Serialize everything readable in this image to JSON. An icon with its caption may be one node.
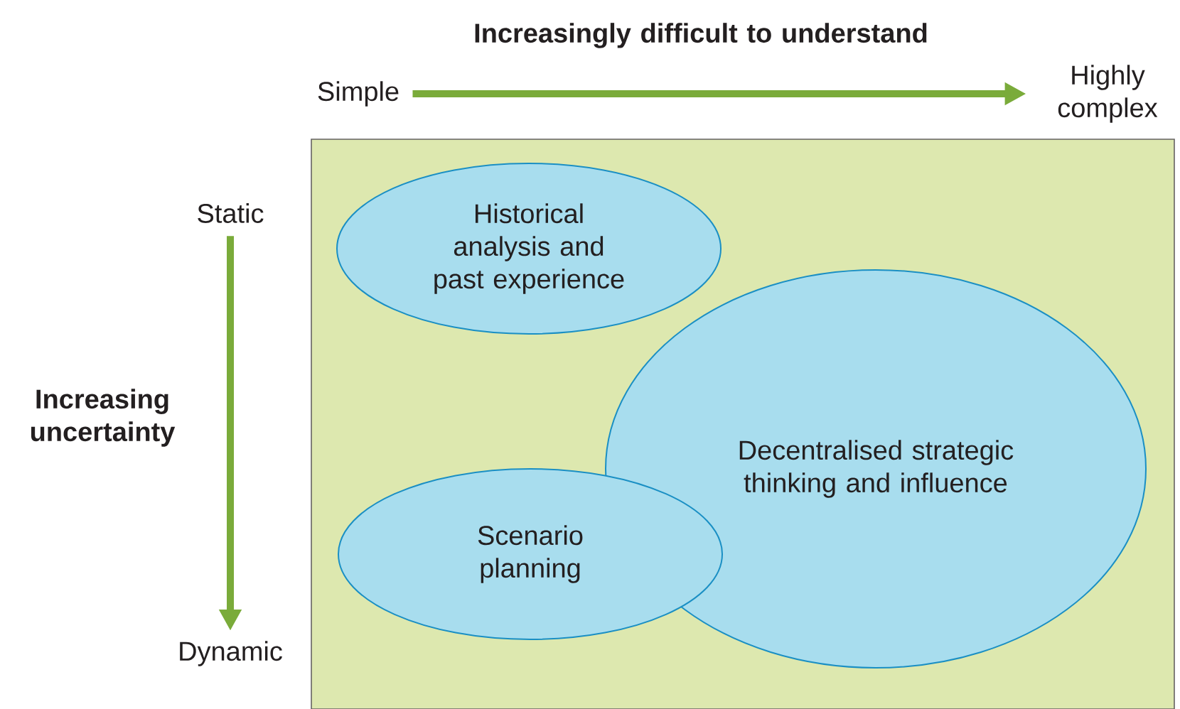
{
  "diagram": {
    "nodes": [
      {
        "text": [
          "Simple"
        ]
      },
      {
        "text": [
          "Highly complex"
        ]
      },
      {
        "text": [
          "Static"
        ]
      },
      {
        "text": [
          "Dynamic"
        ]
      },
      {
        "text": [],
        "shape": "box"
      },
      {
        "text": [
          "Historical analysis and past experience"
        ],
        "in": 4
      },
      {
        "text": [
          "Decentralised strategic thinking and influence"
        ],
        "in": 4
      },
      {
        "text": [
          "Scenario planning"
        ],
        "in": 4
      }
    ],
    "edges": [
      {
        "from": 0,
        "to": 1,
        "arrow": "to"
      },
      {
        "from": 2,
        "to": 3,
        "arrow": "to"
      }
    ],
    "labels": [
      "Increasingly difficult to understand",
      "Increasing uncertainty"
    ]
  }
}
